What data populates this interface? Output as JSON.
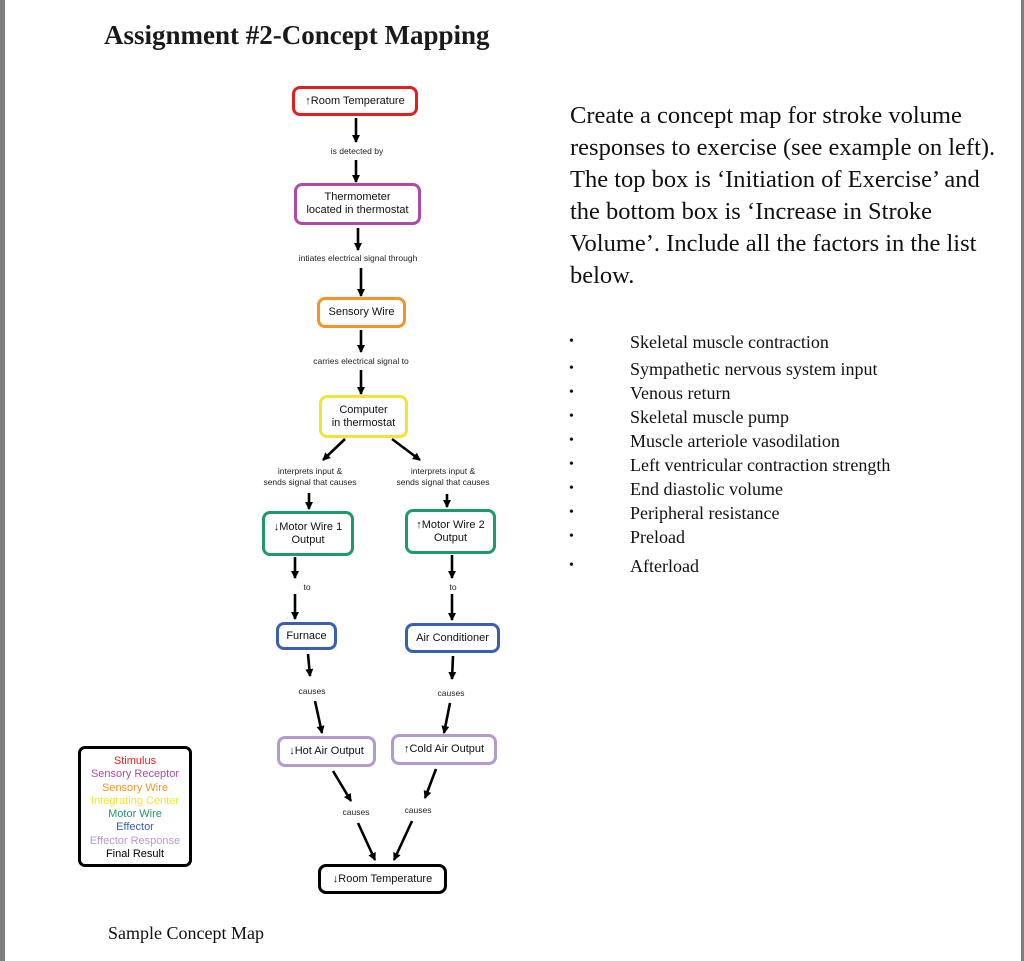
{
  "title": "Assignment #2-Concept Mapping",
  "colors": {
    "stimulus": "#e02020",
    "sensory_receptor": "#b04aa8",
    "sensory_wire": "#f5922a",
    "integrating_center": "#f2e436",
    "motor_wire": "#1e9a6a",
    "effector": "#3a5fb0",
    "effector_response": "#b59ad0",
    "final_result": "#000000"
  },
  "concept_map": {
    "room_temp_up": "↑Room Temperature",
    "is_detected_by": "is detected by",
    "thermometer": "Thermometer\nlocated in thermostat",
    "initiates_signal": "intiates electrical signal through",
    "sensory_wire": "Sensory Wire",
    "carries_signal": "carries electrical signal to",
    "computer": "Computer\nin thermostat",
    "interprets_left": "interprets input &\nsends signal that causes",
    "interprets_right": "interprets input &\nsends signal that causes",
    "motor_wire_1": "↓Motor Wire 1\nOutput",
    "motor_wire_2": "↑Motor Wire 2\nOutput",
    "to_left": "to",
    "to_right": "to",
    "furnace": "Furnace",
    "air_conditioner": "Air Conditioner",
    "causes_left_1": "causes",
    "causes_right_1": "causes",
    "hot_air": "↓Hot Air Output",
    "cold_air": "↑Cold Air Output",
    "causes_left_2": "causes",
    "causes_right_2": "causes",
    "room_temp_down": "↓Room Temperature"
  },
  "legend": {
    "stimulus": "Stimulus",
    "sensory_receptor": "Sensory Receptor",
    "sensory_wire": "Sensory Wire",
    "integrating_center": "Integrating Center",
    "motor_wire": "Motor Wire",
    "effector": "Effector",
    "effector_response": "Effector Response",
    "final_result": "Final Result"
  },
  "instructions": "Create a concept map for stroke volume responses to exercise (see example on left).  The top box is ‘Initiation of Exercise’ and the bottom box is ‘Increase in Stroke Volume’.  Include all the factors in the list below.",
  "factors": [
    "Skeletal muscle contraction",
    "Sympathetic nervous system input",
    "Venous return",
    "Skeletal muscle pump",
    "Muscle arteriole vasodilation",
    "Left ventricular contraction strength",
    "End diastolic volume",
    "Peripheral resistance",
    "Preload",
    "Afterload"
  ],
  "caption": "Sample Concept Map"
}
